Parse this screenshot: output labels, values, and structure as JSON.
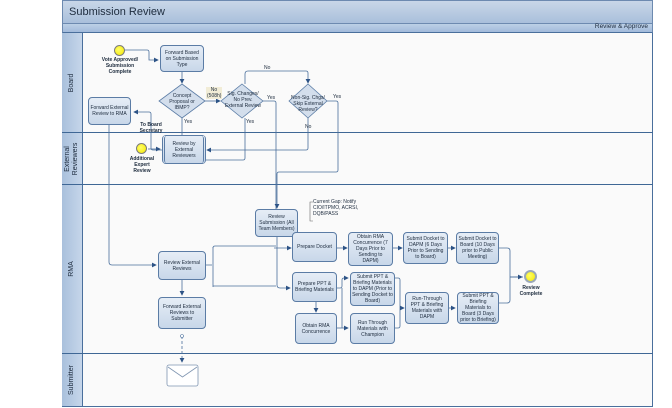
{
  "title": "Submission Review",
  "phase": "Review & Approve",
  "lanes": {
    "board": "Board",
    "external_reviewers": "External Reviewers",
    "rma": "RMA",
    "submitter": "Submitter"
  },
  "events": {
    "start_vote": "Vote Approved/ Submission Complete",
    "start_expert": "Additional Expert Review",
    "end_review": "Review Complete"
  },
  "tasks": {
    "forward_submission": "Forward Based on Submission Type",
    "forward_external_rma": "Forward External Review to RMA",
    "review_by_external": "Review by External Reviewers",
    "review_submission": "Review Submission (All Team Members)",
    "prepare_docket": "Prepare Docket",
    "obtain_rma_concurrence_7": "Obtain RMA Concurrence (7 Days Prior to Sending to DAPM)",
    "submit_docket_dapm": "Submit Docket to DAPM (6 Days Prior to Sending to Board)",
    "submit_docket_board": "Submit Docket to Board (10 Days prior to Public Meeting)",
    "review_external_reviews": "Review External Reviews",
    "forward_external_submitter": "Forward External Reviews to Submitter",
    "prepare_ppt": "Prepare PPT & Briefing Materials",
    "submit_ppt_dapm": "Submit PPT & Briefing Materials to DAPM (Prior to Sending Docket to Board)",
    "run_through_ppt": "Run-Through PPT & Briefing Materials with DAPM",
    "submit_ppt_board": "Submit PPT & Briefing Materials to Board (3 Days prior to Briefing)",
    "obtain_rma_concurrence": "Obtain RMA Concurrence",
    "run_through_champion": "Run Through Materials with Champion"
  },
  "gateways": {
    "concept": "Concept Proposal or IBMP?",
    "sig_changes": "Sig. Changes/ No Prev. External Review",
    "non_sig": "Non-Sig. Chgs/ Skip External Review?"
  },
  "flow_labels": {
    "no_508h": "No (508h)",
    "yes_concept": "Yes",
    "yes_sig_right": "Yes",
    "yes_sig_bottom": "Yes",
    "no_top": "No",
    "yes_nonsig": "Yes",
    "no_nonsig": "No",
    "to_board_secretary": "To Board Secretary"
  },
  "annotation": "Current Gap: Notify CIO/ITPMO, ACRSI, DQB/PASS",
  "message": {
    "icon": "envelope-icon"
  }
}
